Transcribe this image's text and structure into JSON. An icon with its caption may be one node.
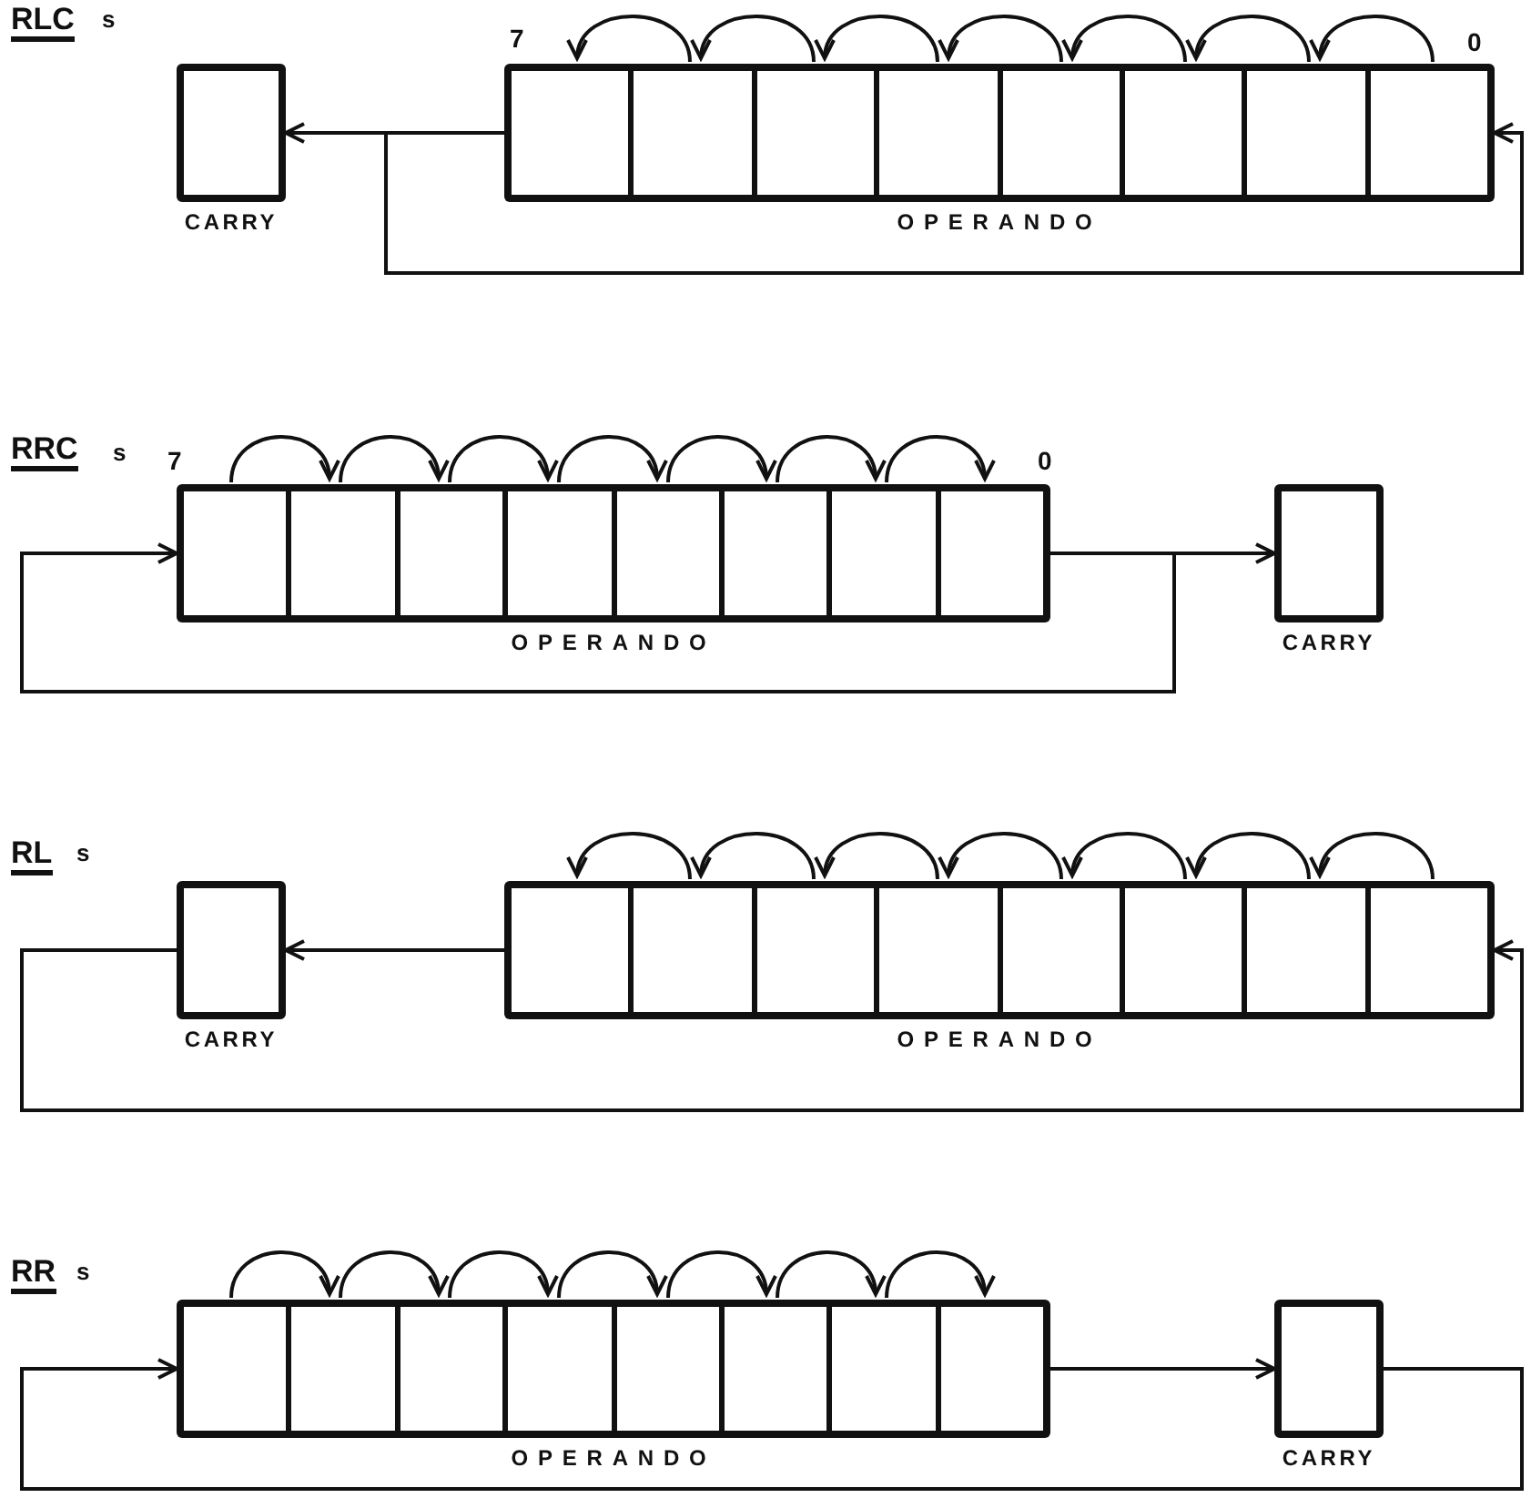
{
  "diagram": {
    "nodes": [
      {
        "text": [
          "CARRY"
        ]
      },
      {
        "text": [
          "OPERANDO"
        ]
      },
      {
        "text": [],
        "shape": "box",
        "in": 1
      },
      {
        "text": [],
        "shape": "box",
        "in": 1
      },
      {
        "text": [],
        "shape": "box",
        "in": 1
      },
      {
        "text": [],
        "shape": "box",
        "in": 1
      },
      {
        "text": [],
        "shape": "box",
        "in": 1
      },
      {
        "text": [],
        "shape": "box",
        "in": 1
      },
      {
        "text": [],
        "shape": "box",
        "in": 1
      },
      {
        "text": [],
        "shape": "box",
        "in": 1
      },
      {
        "text": [
          "OPERANDO"
        ]
      },
      {
        "text": [],
        "shape": "box",
        "in": 10
      },
      {
        "text": [],
        "shape": "box",
        "in": 10
      },
      {
        "text": [],
        "shape": "box",
        "in": 10
      },
      {
        "text": [],
        "shape": "box",
        "in": 10
      },
      {
        "text": [],
        "shape": "box",
        "in": 10
      },
      {
        "text": [],
        "shape": "box",
        "in": 10
      },
      {
        "text": [],
        "shape": "box",
        "in": 10
      },
      {
        "text": [],
        "shape": "box",
        "in": 10
      },
      {
        "text": [
          "CARRY"
        ]
      },
      {
        "text": [
          "CARRY"
        ]
      },
      {
        "text": [
          "OPERANDO"
        ]
      },
      {
        "text": [],
        "shape": "box",
        "in": 21
      },
      {
        "text": [],
        "shape": "box",
        "in": 21
      },
      {
        "text": [],
        "shape": "box",
        "in": 21
      },
      {
        "text": [],
        "shape": "box",
        "in": 21
      },
      {
        "text": [],
        "shape": "box",
        "in": 21
      },
      {
        "text": [],
        "shape": "box",
        "in": 21
      },
      {
        "text": [],
        "shape": "box",
        "in": 21
      },
      {
        "text": [],
        "shape": "box",
        "in": 21
      },
      {
        "text": [
          "OPERANDO"
        ]
      },
      {
        "text": [],
        "shape": "box",
        "in": 30
      },
      {
        "text": [],
        "shape": "box",
        "in": 30
      },
      {
        "text": [],
        "shape": "box",
        "in": 30
      },
      {
        "text": [],
        "shape": "box",
        "in": 30
      },
      {
        "text": [],
        "shape": "box",
        "in": 30
      },
      {
        "text": [],
        "shape": "box",
        "in": 30
      },
      {
        "text": [],
        "shape": "box",
        "in": 30
      },
      {
        "text": [],
        "shape": "box",
        "in": 30
      },
      {
        "text": [
          "CARRY"
        ]
      }
    ],
    "edges": [
      {
        "from": 3,
        "to": 2,
        "arrow": "to"
      },
      {
        "from": 4,
        "to": 3,
        "arrow": "to"
      },
      {
        "from": 5,
        "to": 4,
        "arrow": "to"
      },
      {
        "from": 6,
        "to": 5,
        "arrow": "to"
      },
      {
        "from": 7,
        "to": 6,
        "arrow": "to"
      },
      {
        "from": 8,
        "to": 7,
        "arrow": "to"
      },
      {
        "from": 9,
        "to": 8,
        "arrow": "to"
      },
      {
        "from": 2,
        "to": 0,
        "arrow": "to"
      },
      {
        "from": 2,
        "to": 9,
        "arrow": "to"
      },
      {
        "from": 11,
        "to": 12,
        "arrow": "to"
      },
      {
        "from": 12,
        "to": 13,
        "arrow": "to"
      },
      {
        "from": 13,
        "to": 14,
        "arrow": "to"
      },
      {
        "from": 14,
        "to": 15,
        "arrow": "to"
      },
      {
        "from": 15,
        "to": 16,
        "arrow": "to"
      },
      {
        "from": 16,
        "to": 17,
        "arrow": "to"
      },
      {
        "from": 17,
        "to": 18,
        "arrow": "to"
      },
      {
        "from": 18,
        "to": 19,
        "arrow": "to"
      },
      {
        "from": 18,
        "to": 11,
        "arrow": "to"
      },
      {
        "from": 23,
        "to": 22,
        "arrow": "to"
      },
      {
        "from": 24,
        "to": 23,
        "arrow": "to"
      },
      {
        "from": 25,
        "to": 24,
        "arrow": "to"
      },
      {
        "from": 26,
        "to": 25,
        "arrow": "to"
      },
      {
        "from": 27,
        "to": 26,
        "arrow": "to"
      },
      {
        "from": 28,
        "to": 27,
        "arrow": "to"
      },
      {
        "from": 29,
        "to": 28,
        "arrow": "to"
      },
      {
        "from": 22,
        "to": 20,
        "arrow": "to"
      },
      {
        "from": 20,
        "to": 29,
        "arrow": "to"
      },
      {
        "from": 31,
        "to": 32,
        "arrow": "to"
      },
      {
        "from": 32,
        "to": 33,
        "arrow": "to"
      },
      {
        "from": 33,
        "to": 34,
        "arrow": "to"
      },
      {
        "from": 34,
        "to": 35,
        "arrow": "to"
      },
      {
        "from": 35,
        "to": 36,
        "arrow": "to"
      },
      {
        "from": 36,
        "to": 37,
        "arrow": "to"
      },
      {
        "from": 37,
        "to": 38,
        "arrow": "to"
      },
      {
        "from": 38,
        "to": 39,
        "arrow": "to"
      },
      {
        "from": 39,
        "to": 31,
        "arrow": "to"
      }
    ],
    "labels": [
      "RLC",
      "s",
      "7",
      "0",
      "RRC",
      "s",
      "7",
      "0",
      "RL",
      "s",
      "RR",
      "s"
    ]
  }
}
